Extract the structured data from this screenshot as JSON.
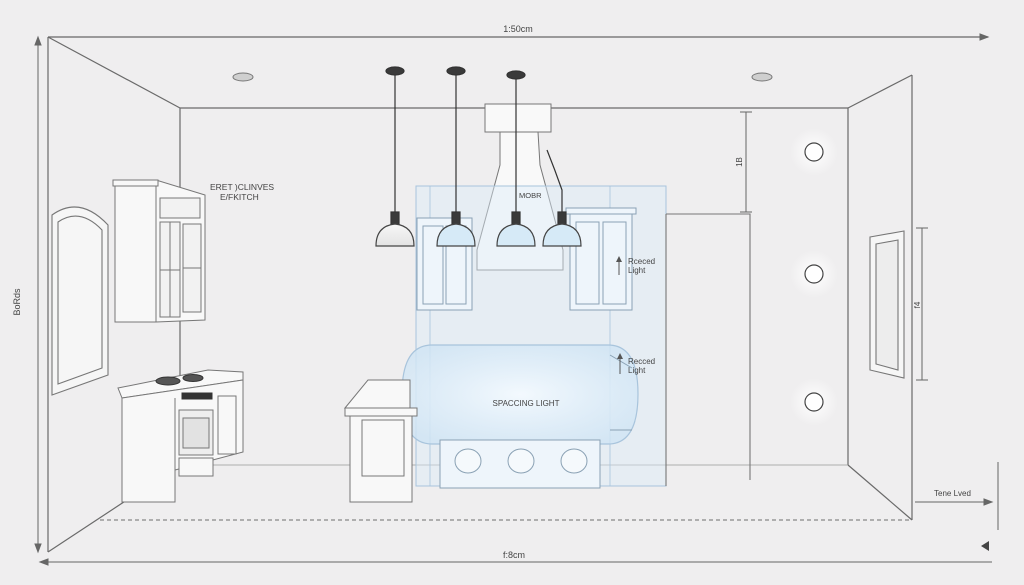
{
  "dimensions": {
    "top_width": "1:50cm",
    "bottom_width": "f:8cm",
    "left_height": "BoRds",
    "right_upper": "1B",
    "right_middle": "f4"
  },
  "labels": {
    "cabinet_note_line1": "ERET )CLINVES",
    "cabinet_note_line2": "E/FKITCH",
    "hood_label": "MOBR",
    "recessed_upper_line1": "Rceced",
    "recessed_upper_line2": "Light",
    "recessed_lower_line1": "Recced",
    "recessed_lower_line2": "Light",
    "island_label": "SPACCING LIGHT",
    "floor_level_label": "Tene Lved"
  },
  "colors": {
    "background": "#efeeef",
    "line": "#555555",
    "light_line": "#9a9a9a",
    "glow": "#dcecf8",
    "glass": "#bcd9ee"
  },
  "icons": {
    "pendant": "pendant-light-icon",
    "recessed": "recessed-light-icon",
    "wall_light": "wall-light-icon",
    "cooktop": "cooktop-burner-icon",
    "arrow": "arrow-left-icon"
  }
}
